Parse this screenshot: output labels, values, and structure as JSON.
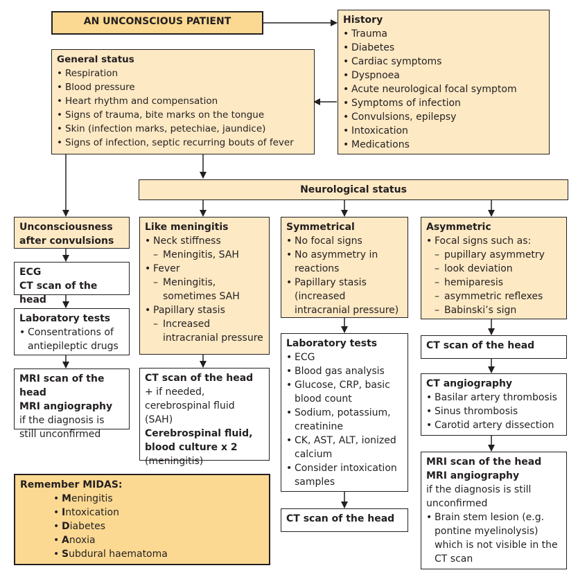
{
  "title": "AN UNCONSCIOUS PATIENT",
  "history": {
    "heading": "History",
    "items": [
      "Trauma",
      "Diabetes",
      "Cardiac symptoms",
      "Dyspnoea",
      "Acute neurological focal symptom",
      "Symptoms of infection",
      "Convulsions, epilepsy",
      "Intoxication",
      "Medications"
    ]
  },
  "general": {
    "heading": "General status",
    "items": [
      "Respiration",
      "Blood pressure",
      "Heart rhythm and compensation",
      "Signs of trauma, bite marks on the tongue",
      "Skin (infection marks, petechiae, jaundice)",
      "Signs of infection, septic recurring bouts of fever"
    ]
  },
  "neuro": {
    "heading": "Neurological status"
  },
  "col1": {
    "heading": "Unconsciousness after convulsions",
    "ecg": {
      "line1": "ECG",
      "line2": "CT scan of the head"
    },
    "lab": {
      "heading": "Laboratory tests",
      "items": [
        "Consentrations of antiepileptic drugs"
      ]
    },
    "mri": {
      "line1": "MRI scan of the head",
      "line2": "MRI angiography",
      "note": "if the diagnosis is still unconfirmed"
    }
  },
  "col2": {
    "heading": "Like meningitis",
    "items": [
      {
        "t": "b",
        "text": "Neck stiffness"
      },
      {
        "t": "d",
        "text": "Meningitis, SAH"
      },
      {
        "t": "b",
        "text": "Fever"
      },
      {
        "t": "d",
        "text": "Meningitis, sometimes SAH"
      },
      {
        "t": "b",
        "text": "Papillary stasis"
      },
      {
        "t": "d",
        "text": "Increased intracranial pressure"
      }
    ],
    "ct": {
      "line1": "CT scan of the head",
      "line2": "+ if needed, cerebrospinal fluid (SAH)",
      "line3": "Cerebrospinal fluid, blood culture x 2",
      "line4": "(meningitis)"
    }
  },
  "col3": {
    "heading": "Symmetrical",
    "items": [
      "No focal signs",
      "No asymmetry in reactions",
      "Papillary stasis (increased intracranial pressure)"
    ],
    "lab": {
      "heading": "Laboratory tests",
      "items": [
        "ECG",
        "Blood gas analysis",
        "Glucose, CRP, basic blood count",
        "Sodium, potassium, creatinine",
        "CK, AST, ALT, ionized calcium",
        "Consider intoxication samples"
      ]
    },
    "ct": "CT scan of the head"
  },
  "col4": {
    "heading": "Asymmetric",
    "lead": "Focal signs such as:",
    "items": [
      "pupillary asymmetry",
      "look deviation",
      "hemiparesis",
      "asymmetric reflexes",
      "Babinski’s sign"
    ],
    "ct": "CT scan of the head",
    "cta": {
      "heading": "CT angiography",
      "items": [
        "Basilar artery thrombosis",
        "Sinus thrombosis",
        "Carotid artery dissection"
      ]
    },
    "mri": {
      "line1": "MRI scan of the head",
      "line2": "MRI angiography",
      "note": "if the diagnosis is still unconfirmed",
      "items": [
        "Brain stem lesion (e.g. pontine myelinolysis) which is not visible in the CT scan"
      ]
    }
  },
  "midas": {
    "heading": "Remember MIDAS:",
    "items": [
      {
        "initial": "M",
        "rest": "eningitis"
      },
      {
        "initial": "I",
        "rest": "ntoxication"
      },
      {
        "initial": "D",
        "rest": "iabetes"
      },
      {
        "initial": "A",
        "rest": "noxia"
      },
      {
        "initial": "S",
        "rest": "ubdural haematoma"
      }
    ]
  }
}
